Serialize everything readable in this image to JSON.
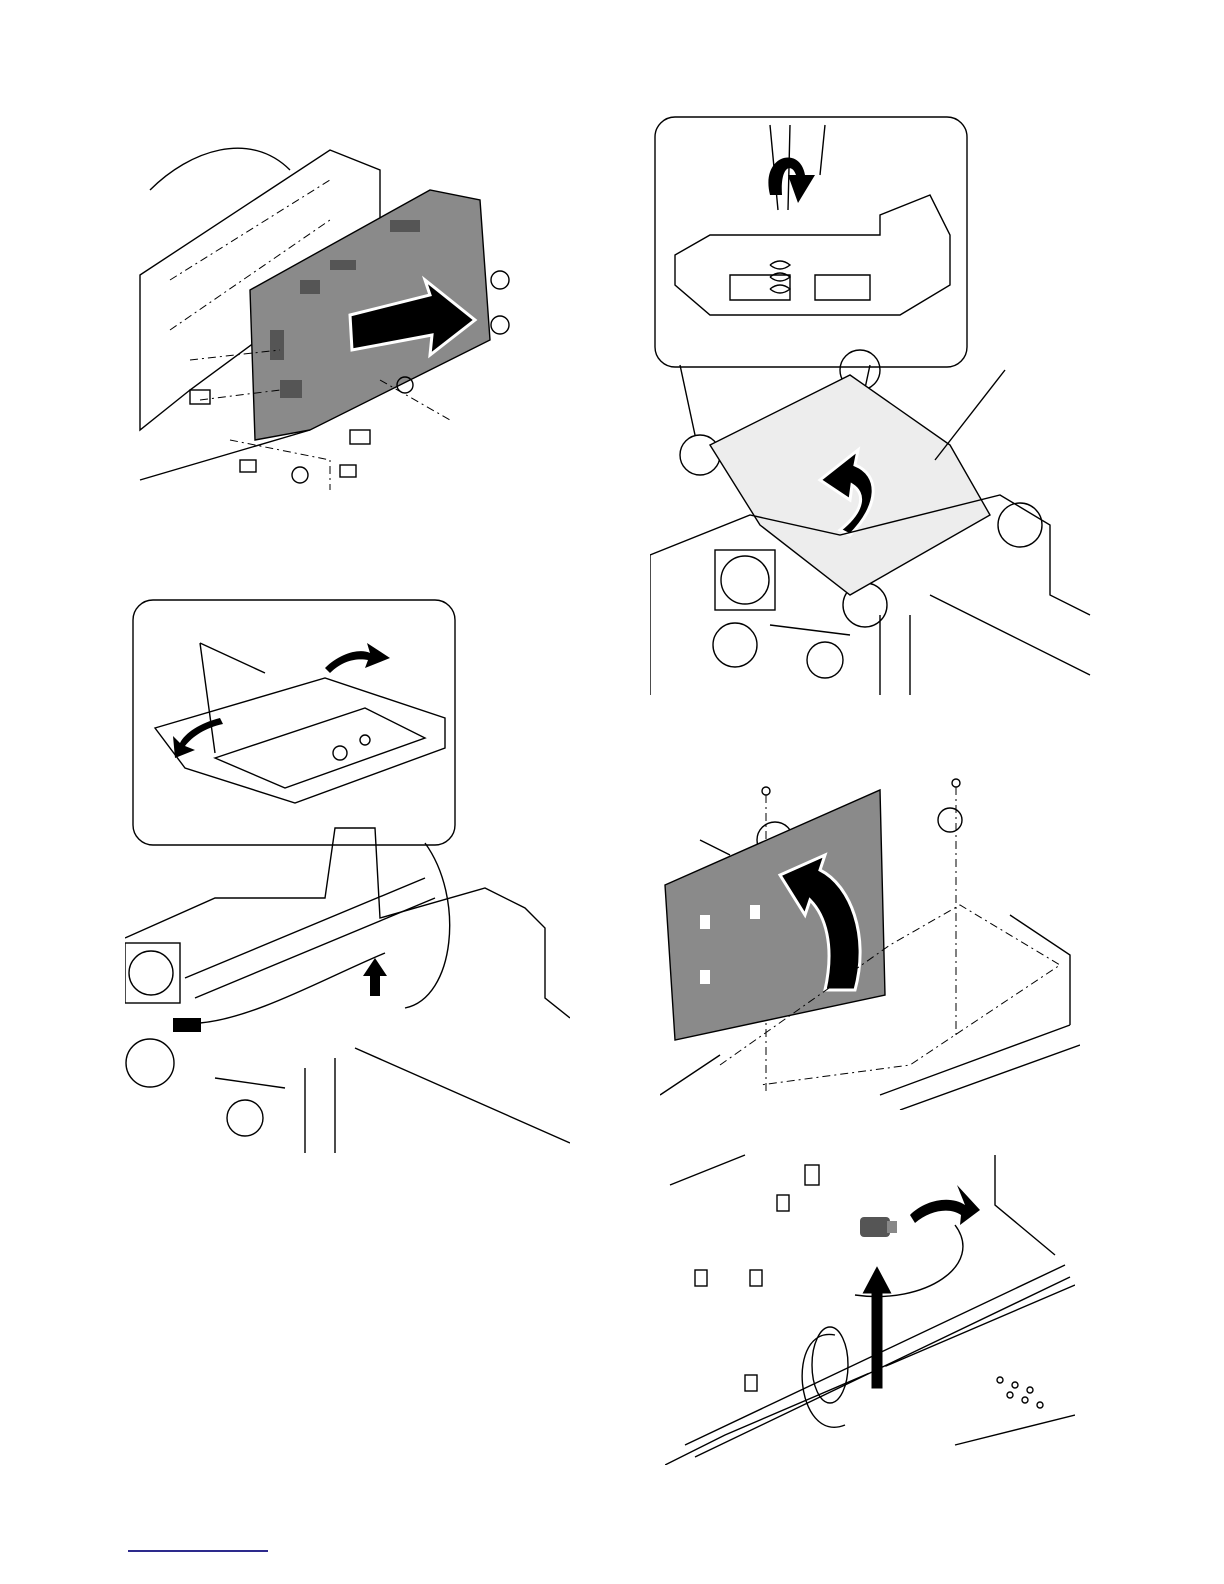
{
  "page": {
    "figures": [
      {
        "id": "fig-1",
        "icon": "pcu-board-removal-diagram"
      },
      {
        "id": "fig-2",
        "icon": "top-cover-hinge-screw-diagram"
      },
      {
        "id": "fig-3",
        "icon": "sensor-board-removal-diagram"
      },
      {
        "id": "fig-4",
        "icon": "shield-plate-removal-diagram"
      },
      {
        "id": "fig-5",
        "icon": "roller-removal-diagram"
      }
    ],
    "colors": {
      "board": "#8a8a8a",
      "line": "#000000",
      "footer_rule": "#2d2a8c"
    }
  }
}
